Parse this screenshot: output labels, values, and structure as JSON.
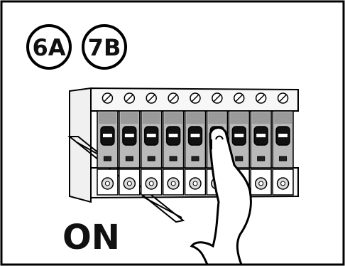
{
  "steps": [
    {
      "label": "6A"
    },
    {
      "label": "7B"
    }
  ],
  "status_label": "ON",
  "breaker_count": 9,
  "colors": {
    "frame": "#000000",
    "housing": "#f7f7f7",
    "rail": "#dcdcdc",
    "breaker_body": "#b9b9b9",
    "toggle": "#111111",
    "background": "#ffffff"
  },
  "icons": {
    "terminal": "screw-terminal-icon",
    "hand": "pointing-hand-icon"
  }
}
